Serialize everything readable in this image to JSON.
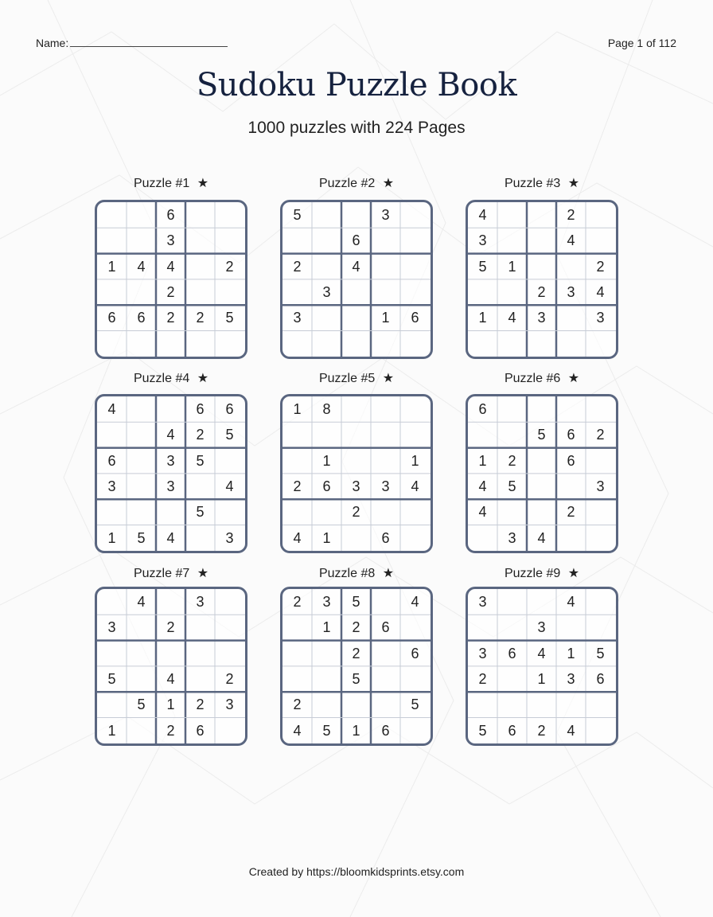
{
  "header": {
    "name_label": "Name:",
    "page_label": "Page 1 of 112"
  },
  "title": "Sudoku Puzzle Book",
  "subtitle": "1000 puzzles with 224 Pages",
  "footer": "Created by https://bloomkidsprints.etsy.com",
  "star_icon": "★",
  "colors": {
    "title": "#16223f",
    "grid_border": "#5a6680",
    "grid_line": "#c7ccd6"
  },
  "puzzles": [
    {
      "label": "Puzzle #1",
      "cells": [
        [
          "",
          "",
          "6",
          "",
          ""
        ],
        [
          "",
          "",
          "3",
          "",
          ""
        ],
        [
          "1",
          "4",
          "4",
          "",
          "2"
        ],
        [
          "",
          "",
          "2",
          "",
          ""
        ],
        [
          "6",
          "6",
          "2",
          "2",
          "5"
        ],
        [
          "",
          "",
          "",
          "",
          ""
        ]
      ]
    },
    {
      "label": "Puzzle #2",
      "cells": [
        [
          "5",
          "",
          "",
          "3",
          ""
        ],
        [
          "",
          "",
          "6",
          "",
          ""
        ],
        [
          "2",
          "",
          "4",
          "",
          ""
        ],
        [
          "",
          "3",
          "",
          "",
          ""
        ],
        [
          "3",
          "",
          "",
          "1",
          "6"
        ],
        [
          "",
          "",
          "",
          "",
          ""
        ]
      ]
    },
    {
      "label": "Puzzle #3",
      "cells": [
        [
          "4",
          "",
          "",
          "2",
          ""
        ],
        [
          "3",
          "",
          "",
          "4",
          ""
        ],
        [
          "5",
          "1",
          "",
          "",
          "2"
        ],
        [
          "",
          "",
          "2",
          "3",
          "4"
        ],
        [
          "1",
          "4",
          "3",
          "",
          "3"
        ],
        [
          "",
          "",
          "",
          "",
          ""
        ]
      ]
    },
    {
      "label": "Puzzle #4",
      "cells": [
        [
          "4",
          "",
          "",
          "6",
          "6"
        ],
        [
          "",
          "",
          "4",
          "2",
          "5"
        ],
        [
          "6",
          "",
          "3",
          "5",
          ""
        ],
        [
          "3",
          "",
          "3",
          "",
          "4"
        ],
        [
          "",
          "",
          "",
          "5",
          ""
        ],
        [
          "1",
          "5",
          "4",
          "",
          "3"
        ]
      ]
    },
    {
      "label": "Puzzle #5",
      "cells": [
        [
          "1",
          "8",
          "",
          "",
          ""
        ],
        [
          "",
          "",
          "",
          "",
          ""
        ],
        [
          "",
          "1",
          "",
          "",
          "1"
        ],
        [
          "2",
          "6",
          "3",
          "3",
          "4"
        ],
        [
          "",
          "",
          "2",
          "",
          ""
        ],
        [
          "4",
          "1",
          "",
          "6",
          ""
        ]
      ]
    },
    {
      "label": "Puzzle #6",
      "cells": [
        [
          "6",
          "",
          "",
          "",
          ""
        ],
        [
          "",
          "",
          "5",
          "6",
          "2"
        ],
        [
          "1",
          "2",
          "",
          "6",
          ""
        ],
        [
          "4",
          "5",
          "",
          "",
          "3"
        ],
        [
          "4",
          "",
          "",
          "2",
          ""
        ],
        [
          "",
          "3",
          "4",
          "",
          ""
        ]
      ]
    },
    {
      "label": "Puzzle #7",
      "cells": [
        [
          "",
          "4",
          "",
          "3",
          ""
        ],
        [
          "3",
          "",
          "2",
          "",
          ""
        ],
        [
          "",
          "",
          "",
          "",
          ""
        ],
        [
          "5",
          "",
          "4",
          "",
          "2"
        ],
        [
          "",
          "5",
          "1",
          "2",
          "3"
        ],
        [
          "1",
          "",
          "2",
          "6",
          ""
        ]
      ]
    },
    {
      "label": "Puzzle #8",
      "cells": [
        [
          "2",
          "3",
          "5",
          "",
          "4"
        ],
        [
          "",
          "1",
          "2",
          "6",
          ""
        ],
        [
          "",
          "",
          "2",
          "",
          "6"
        ],
        [
          "",
          "",
          "5",
          "",
          ""
        ],
        [
          "2",
          "",
          "",
          "",
          "5"
        ],
        [
          "4",
          "5",
          "1",
          "6",
          ""
        ]
      ]
    },
    {
      "label": "Puzzle #9",
      "cells": [
        [
          "3",
          "",
          "",
          "4",
          ""
        ],
        [
          "",
          "",
          "3",
          "",
          ""
        ],
        [
          "3",
          "6",
          "4",
          "1",
          "5"
        ],
        [
          "2",
          "",
          "1",
          "3",
          "6"
        ],
        [
          "",
          "",
          "",
          "",
          ""
        ],
        [
          "5",
          "6",
          "2",
          "4",
          ""
        ]
      ]
    }
  ]
}
